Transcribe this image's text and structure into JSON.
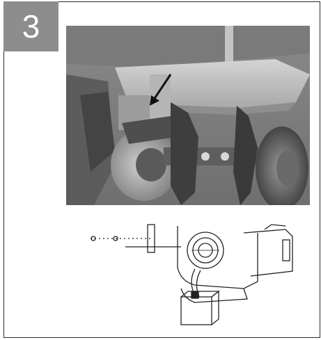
{
  "step": {
    "number": "3"
  },
  "figures": {
    "photo_icon": "machine-photo",
    "drawing_icon": "hub-assembly-drawing",
    "arrow_icon": "pointer-arrow"
  }
}
